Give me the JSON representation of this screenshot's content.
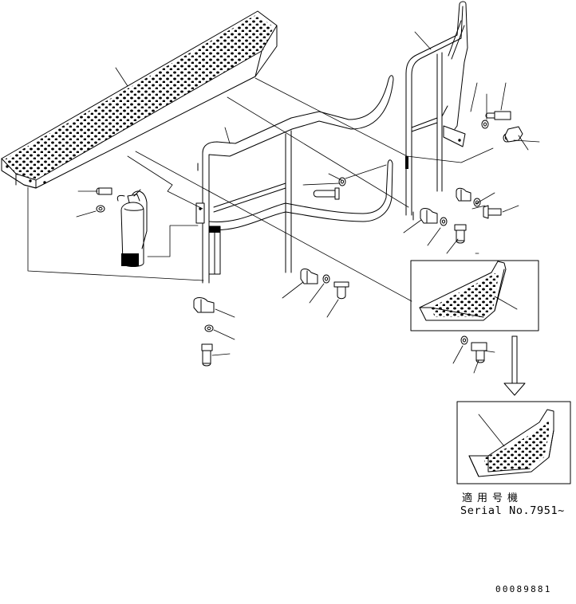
{
  "serial_note": {
    "japanese": "適用号機",
    "english": "Serial No.7951~"
  },
  "drawing_code": "00089881",
  "parts": [
    "step-plate",
    "right-handrail",
    "left-handrail",
    "fire-extinguisher",
    "mounting-bracket",
    "pipe-clamp",
    "washer",
    "bolt",
    "small-step",
    "small-step-new"
  ]
}
